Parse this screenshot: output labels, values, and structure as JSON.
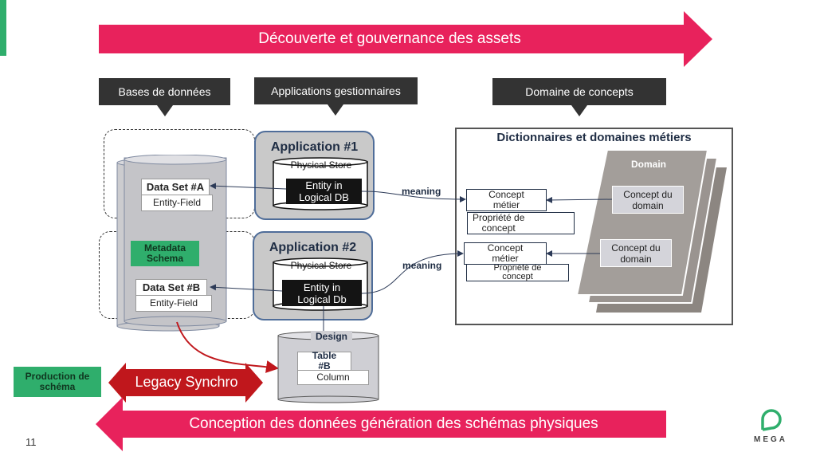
{
  "top_banner": {
    "text": "Découverte et gouvernance des assets",
    "color": "#e8225c"
  },
  "bottom_banner": {
    "text": "Conception des données génération des schémas physiques",
    "color": "#e8225c"
  },
  "headers": {
    "databases": "Bases de données",
    "applications": "Applications gestionnaires",
    "concepts": "Domaine de concepts"
  },
  "app1": {
    "title": "Application #1",
    "store": "Physical Store",
    "entity": "Entity in\nLogical DB"
  },
  "app2": {
    "title": "Application #2",
    "store": "Physical Store",
    "entity": "Entity in\nLogical Db"
  },
  "database": {
    "dataset_a": "Data Set #A",
    "field_a": "Entity-Field",
    "metadata": "Metadata\nSchema",
    "dataset_b": "Data Set #B",
    "field_b": "Entity-Field"
  },
  "dictionary": {
    "title": "Dictionnaires et domaines métiers",
    "domain": "Domain",
    "concept_1": "Concept\nmétier",
    "property_1": "Propriété de\nconcept",
    "concept_2": "Concept\nmétier",
    "property_2": "Propriété de\nconcept",
    "domain_concept_1": "Concept du\ndomain",
    "domain_concept_2": "Concept du\ndomain"
  },
  "meaning_1": "meaning",
  "meaning_2": "meaning",
  "design": {
    "label": "Design",
    "table": "Table\n#B",
    "column": "Column"
  },
  "production": "Production de\nschéma",
  "legacy": {
    "text": "Legacy Synchro",
    "color": "#c0171c"
  },
  "slide_number": "11",
  "logo": {
    "text": "MEGA",
    "color": "#2fae6c"
  }
}
